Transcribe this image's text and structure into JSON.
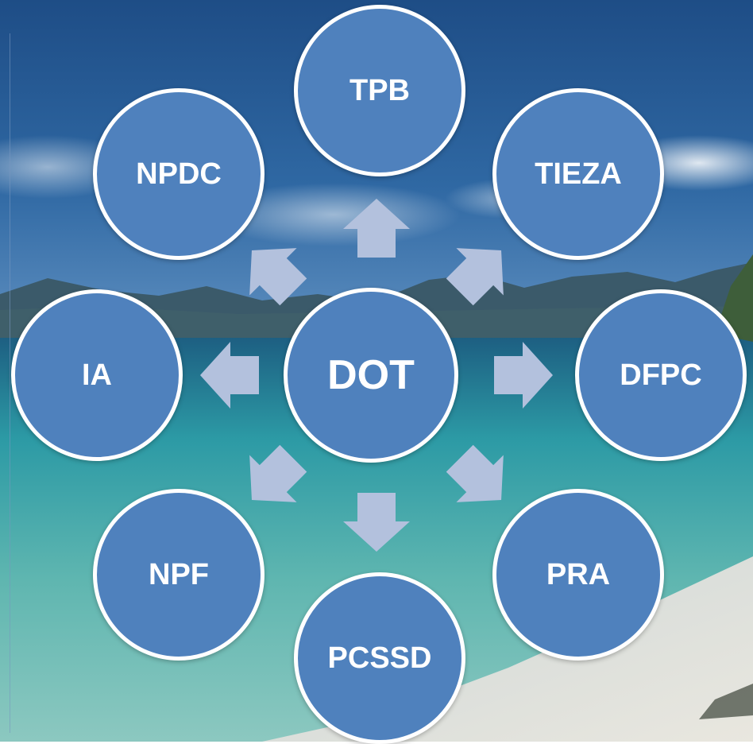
{
  "diagram": {
    "center": {
      "label": "DOT"
    },
    "nodes": [
      {
        "id": "tpb",
        "label": "TPB"
      },
      {
        "id": "tieza",
        "label": "TIEZA"
      },
      {
        "id": "dfpc",
        "label": "DFPC"
      },
      {
        "id": "pra",
        "label": "PRA"
      },
      {
        "id": "pcssd",
        "label": "PCSSD"
      },
      {
        "id": "npf",
        "label": "NPF"
      },
      {
        "id": "ia",
        "label": "IA"
      },
      {
        "id": "npdc",
        "label": "NPDC"
      }
    ],
    "colors": {
      "node_fill": "#4f81bd",
      "node_border": "#ffffff",
      "arrow_fill": "#b3c1dd",
      "label": "#ffffff"
    }
  }
}
